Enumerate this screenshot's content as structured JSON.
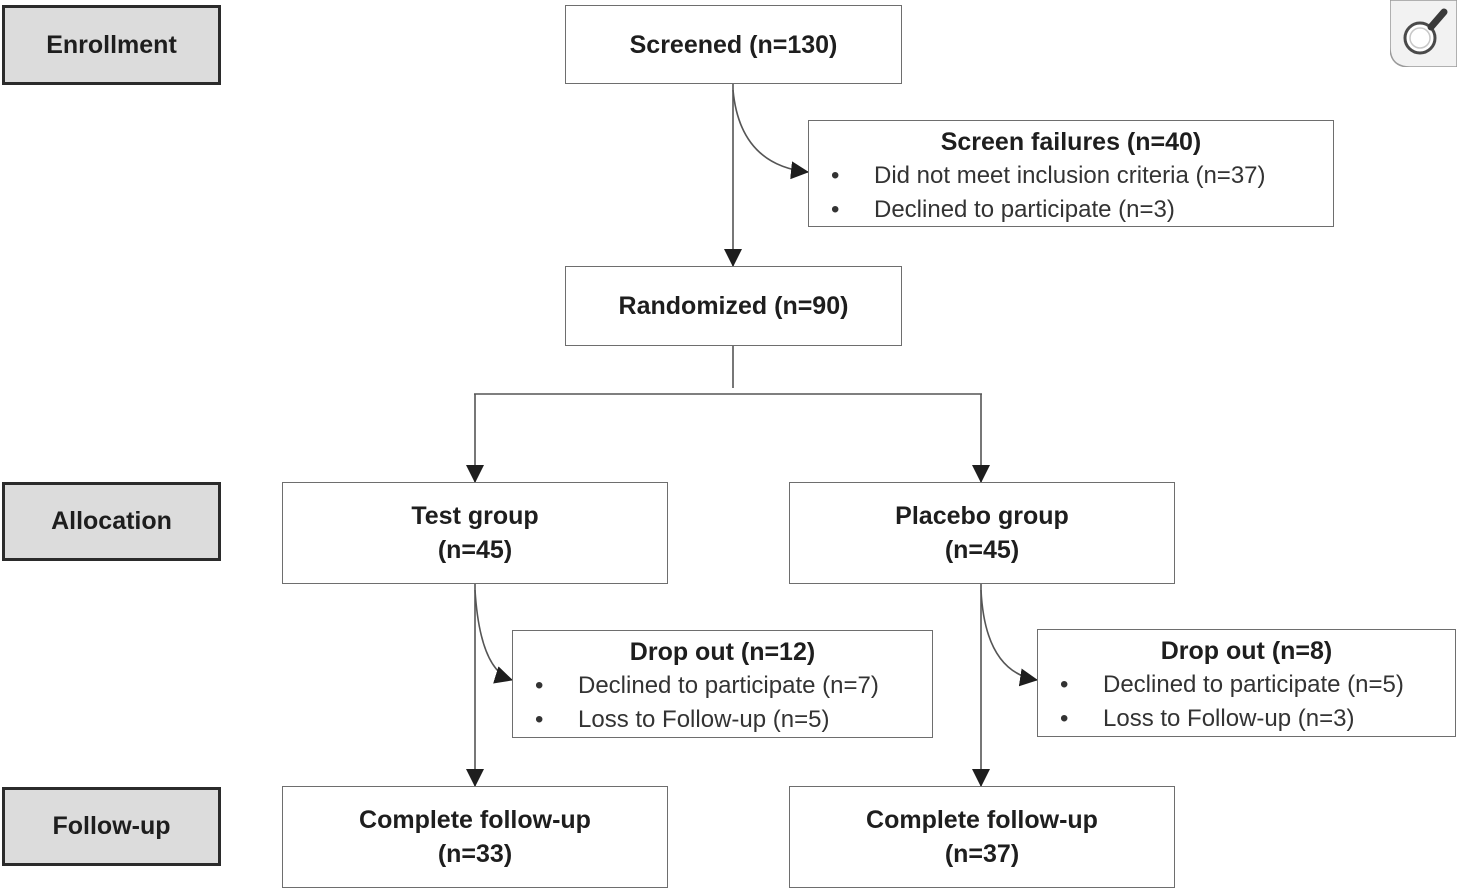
{
  "stages": {
    "enrollment": "Enrollment",
    "allocation": "Allocation",
    "follow_up": "Follow-up"
  },
  "screened": "Screened (n=130)",
  "screen_failures": {
    "title": "Screen failures (n=40)",
    "items": [
      "Did not meet inclusion criteria (n=37)",
      "Declined to participate (n=3)"
    ]
  },
  "randomized": "Randomized (n=90)",
  "test_group": {
    "name": "Test group",
    "count": "(n=45)",
    "dropout": {
      "title": "Drop out (n=12)",
      "items": [
        "Declined to participate (n=7)",
        "Loss to Follow-up (n=5)"
      ]
    },
    "complete": {
      "label": "Complete follow-up",
      "count": "(n=33)"
    }
  },
  "placebo_group": {
    "name": "Placebo group",
    "count": "(n=45)",
    "dropout": {
      "title": "Drop out (n=8)",
      "items": [
        "Declined to participate (n=5)",
        "Loss to Follow-up (n=3)"
      ]
    },
    "complete": {
      "label": "Complete follow-up",
      "count": "(n=37)"
    }
  },
  "bullet_char": "•",
  "icons": {
    "zoom": "magnifier-icon"
  }
}
